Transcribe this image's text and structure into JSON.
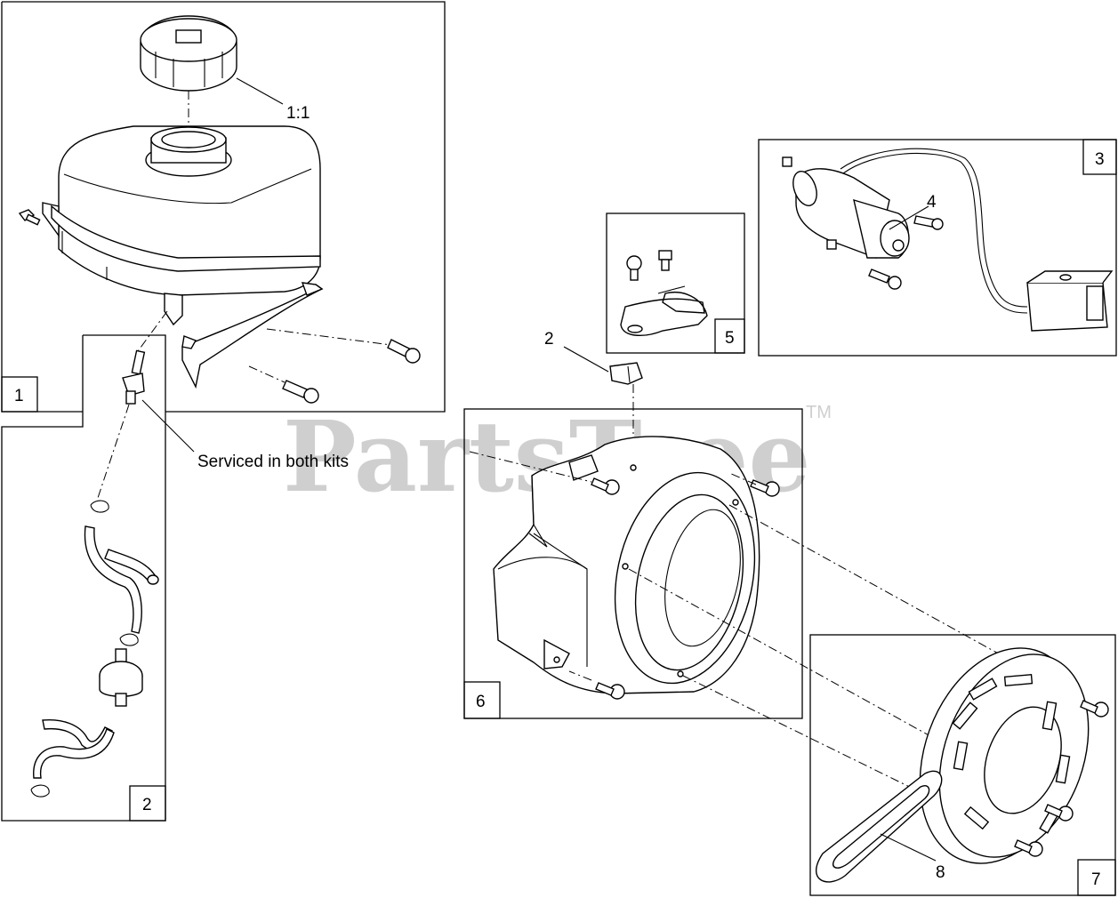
{
  "watermark": {
    "text": "PartsTree",
    "trademark": "TM"
  },
  "kit_labels": [
    "1",
    "2",
    "3",
    "5",
    "6",
    "7"
  ],
  "callouts": {
    "cap": "1:1",
    "starter": "4",
    "clip": "2",
    "rope": "8",
    "serviced": "Serviced in both kits"
  }
}
